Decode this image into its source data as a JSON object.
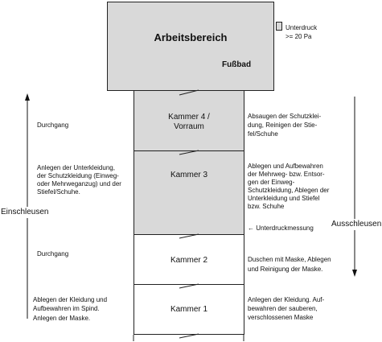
{
  "arbeitsbereich": {
    "title": "Arbeitsbereich",
    "fussbad": "Fußbad"
  },
  "legend": {
    "line1": "Unterdruck",
    "line2": ">= 20 Pa",
    "swatch_color": "#d9d9d9"
  },
  "chambers": [
    {
      "line1": "Kammer 4 /",
      "line2": "Vorraum"
    },
    {
      "line1": "Kammer 3",
      "line2": ""
    },
    {
      "line1": "Kammer 2",
      "line2": ""
    },
    {
      "line1": "Kammer 1",
      "line2": ""
    }
  ],
  "left_texts": {
    "durchgang_top": "Durchgang",
    "anlegen_l1": "Anlegen der Unterkleidung,",
    "anlegen_l2": "der Schutzkleidung (Einweg-",
    "anlegen_l3": "oder Mehrweganzug) und der",
    "anlegen_l4": "Stiefel/Schuhe.",
    "durchgang_mid": "Durchgang",
    "bottom_l1": "Ablegen der Kleidung und",
    "bottom_l2": "Aufbewahren im Spind.",
    "bottom_l3": "Anlegen der Maske."
  },
  "right_texts": {
    "k4_l1": "Absaugen der Schutzklei-",
    "k4_l2": "dung, Reinigen der Stie-",
    "k4_l3": "fel/Schuhe",
    "k3_l1": "Ablegen und Aufbewahren",
    "k3_l2": "der Mehrweg- bzw. Entsor-",
    "k3_l3": "gen der Einweg-",
    "k3_l4": "Schutzkleidung, Ablegen der",
    "k3_l5": "Unterkleidung und Stiefel",
    "k3_l6": "bzw. Schuhe",
    "messung": "← Unterdruckmessung",
    "k2_l1": "Duschen mit Maske, Ablegen",
    "k2_l2": "und Reinigung der Maske.",
    "k1_l1": "Anlegen der Kleidung. Auf-",
    "k1_l2": "bewahren der sauberen,",
    "k1_l3": "verschlossenen Maske"
  },
  "arrows": {
    "left_label": "Einschleusen",
    "right_label": "Ausschleusen"
  }
}
